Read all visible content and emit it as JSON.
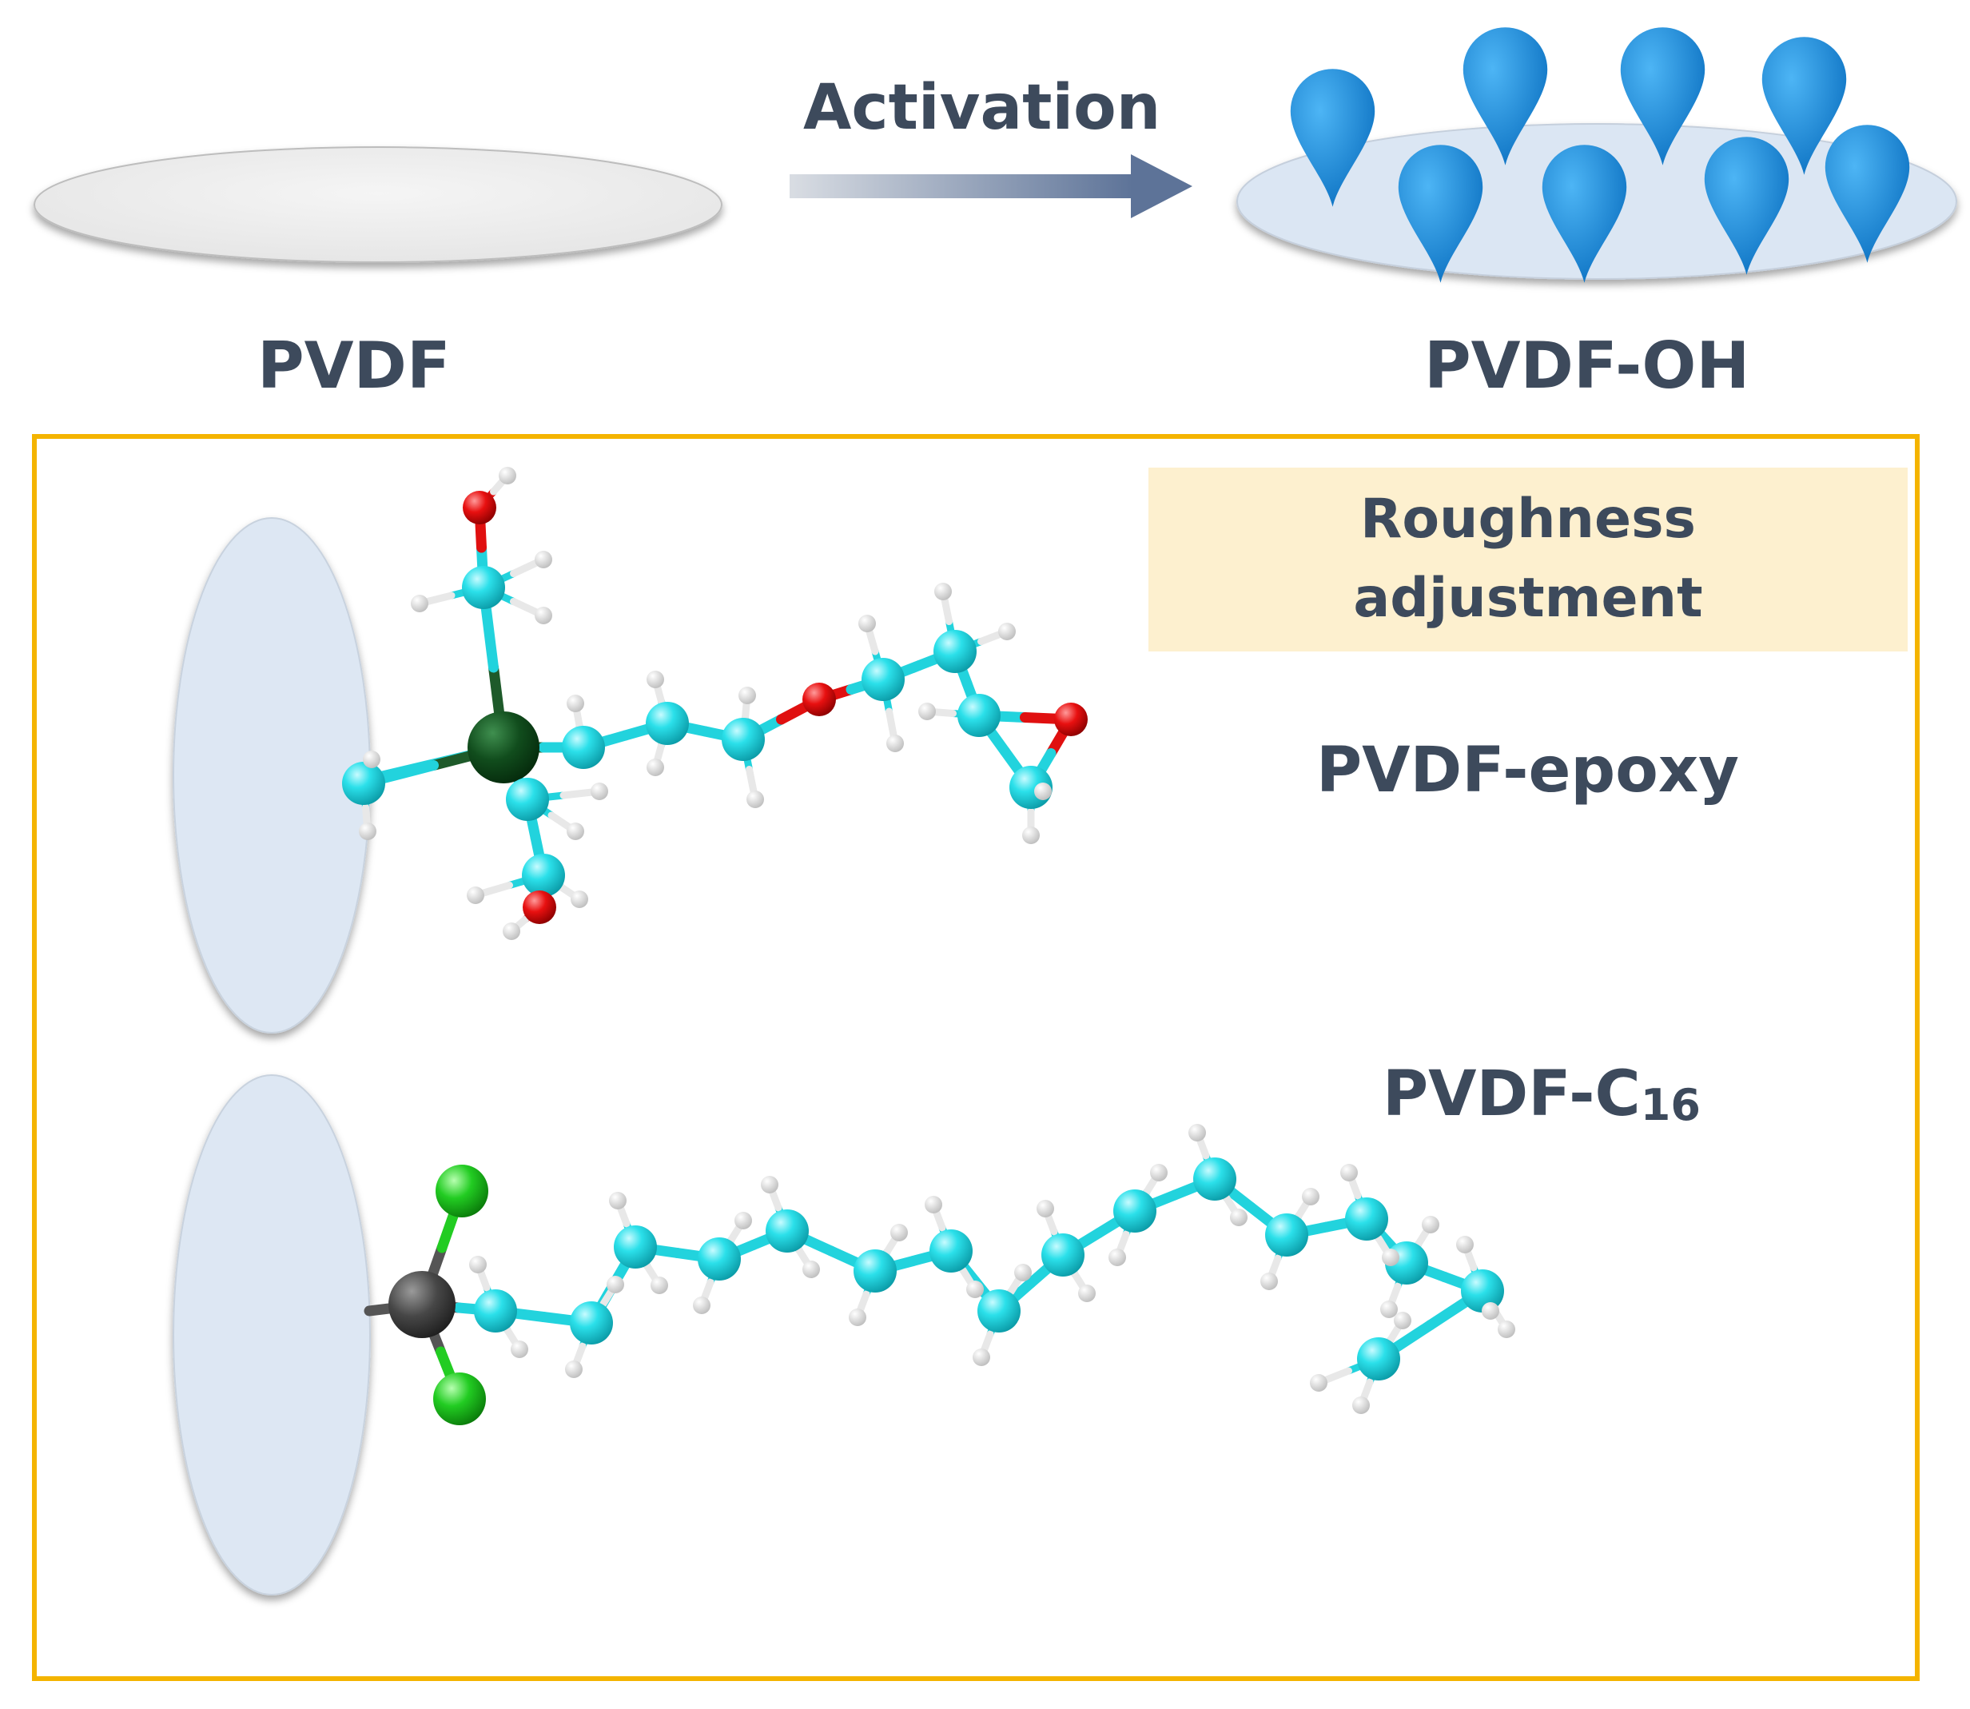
{
  "labels": {
    "left_disk": "PVDF",
    "right_disk": "PVDF-OH",
    "arrow": "Activation",
    "roughness_line1": "Roughness",
    "roughness_line2": "adjustment",
    "epoxy": "PVDF-epoxy",
    "c16_prefix": "PVDF-C",
    "c16_sub": "16"
  },
  "colors": {
    "text": "#3d4a5c",
    "frame": "#f4b400",
    "roughness_bg": "#fdf0cf",
    "disk_plain": "#eeeeee",
    "disk_activated": "#dbe6f3",
    "pin": "#1c8ad9",
    "carbon": "#1fd6e0",
    "hydrogen": "#f2f2f2",
    "oxygen": "#e01010",
    "silicon": "#0f4a1c",
    "chlorine": "#22cc22",
    "silicon_c16": "#444444"
  },
  "icons": {
    "hydroxyl_markers": "map-pin-icon",
    "arrow": "arrow-right-icon"
  }
}
